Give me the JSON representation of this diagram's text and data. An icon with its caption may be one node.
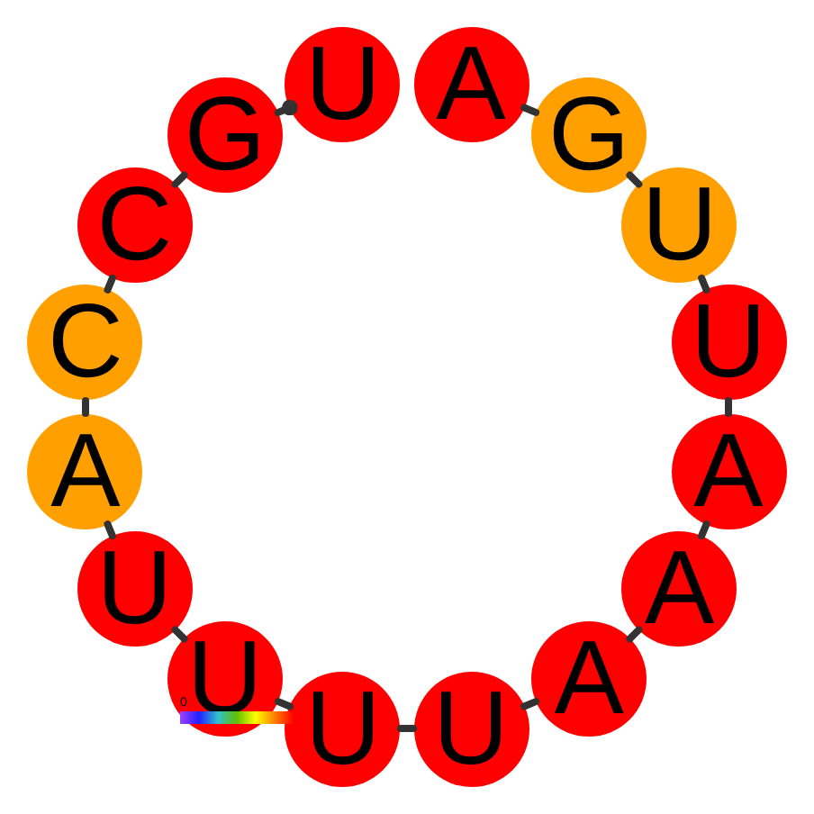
{
  "diagram": {
    "nodes": [
      {
        "text": [
          "U"
        ]
      },
      {
        "text": [
          "G"
        ]
      },
      {
        "text": [
          "C"
        ]
      },
      {
        "text": [
          "C"
        ]
      },
      {
        "text": [
          "A"
        ]
      },
      {
        "text": [
          "U"
        ]
      },
      {
        "text": [
          "U"
        ]
      },
      {
        "text": [
          "U"
        ]
      },
      {
        "text": [
          "U"
        ]
      },
      {
        "text": [
          "A"
        ]
      },
      {
        "text": [
          "A"
        ]
      },
      {
        "text": [
          "A"
        ]
      },
      {
        "text": [
          "U"
        ]
      },
      {
        "text": [
          "U"
        ]
      },
      {
        "text": [
          "G"
        ]
      },
      {
        "text": [
          "A"
        ]
      }
    ],
    "edges": [
      {
        "from": 0,
        "to": 1,
        "arrow": "other"
      },
      {
        "from": 1,
        "to": 2,
        "arrow": "none"
      },
      {
        "from": 2,
        "to": 3,
        "arrow": "none"
      },
      {
        "from": 3,
        "to": 4,
        "arrow": "none"
      },
      {
        "from": 4,
        "to": 5,
        "arrow": "none"
      },
      {
        "from": 5,
        "to": 6,
        "arrow": "none"
      },
      {
        "from": 6,
        "to": 7,
        "arrow": "none"
      },
      {
        "from": 7,
        "to": 8,
        "arrow": "none"
      },
      {
        "from": 8,
        "to": 9,
        "arrow": "none"
      },
      {
        "from": 9,
        "to": 10,
        "arrow": "none"
      },
      {
        "from": 10,
        "to": 11,
        "arrow": "none"
      },
      {
        "from": 11,
        "to": 12,
        "arrow": "none"
      },
      {
        "from": 12,
        "to": 13,
        "arrow": "none"
      },
      {
        "from": 13,
        "to": 14,
        "arrow": "none"
      },
      {
        "from": 14,
        "to": 15,
        "arrow": "none"
      }
    ],
    "labels": [
      "0"
    ]
  }
}
